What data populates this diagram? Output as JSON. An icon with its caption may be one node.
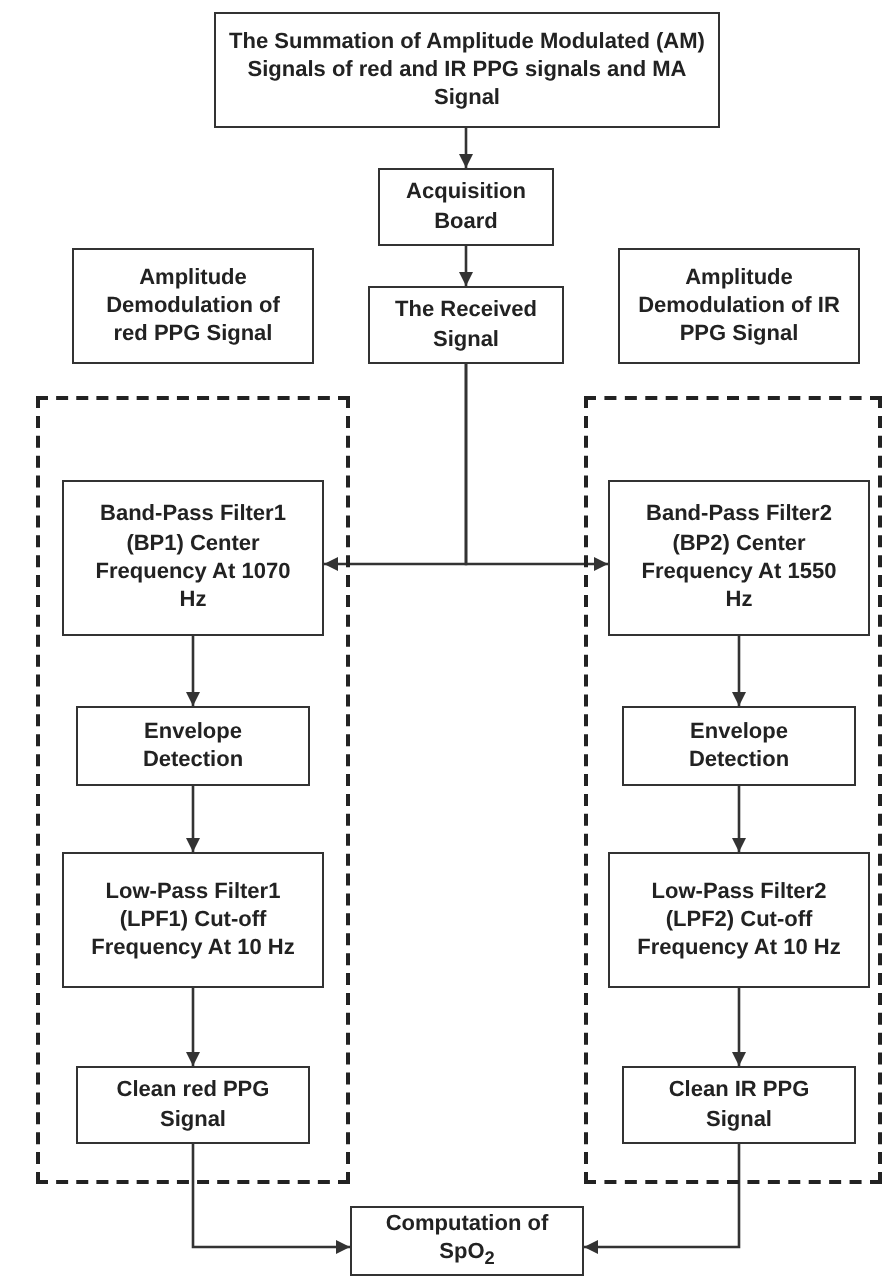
{
  "diagram": {
    "nodes": [
      {
        "text": [
          "The Summation of Amplitude Modulated (AM) Signals of red and IR PPG signals and MA Signal"
        ]
      },
      {
        "text": [
          "Acquisition Board"
        ]
      },
      {
        "text": [
          "Amplitude Demodulation of red PPG Signal"
        ]
      },
      {
        "text": [
          "The Received Signal"
        ]
      },
      {
        "text": [
          "Amplitude Demodulation of IR PPG Signal"
        ]
      },
      {
        "text": [],
        "shape": "box"
      },
      {
        "text": [
          "Band-Pass Filter1 (BP1) Center Frequency At 1070 Hz"
        ],
        "in": 5
      },
      {
        "text": [
          "Envelope Detection"
        ],
        "in": 5
      },
      {
        "text": [
          "Low-Pass Filter1 (LPF1) Cut-off Frequency At 10 Hz"
        ],
        "in": 5
      },
      {
        "text": [
          "Clean red PPG Signal"
        ],
        "in": 5
      },
      {
        "text": [],
        "shape": "box"
      },
      {
        "text": [
          "Band-Pass Filter2 (BP2) Center Frequency At 1550 Hz"
        ],
        "in": 10
      },
      {
        "text": [
          "Envelope Detection"
        ],
        "in": 10
      },
      {
        "text": [
          "Low-Pass Filter2 (LPF2) Cut-off Frequency At 10 Hz"
        ],
        "in": 10
      },
      {
        "text": [
          "Clean IR PPG Signal"
        ],
        "in": 10
      },
      {
        "text": [
          "Computation of SpO$_{2}$"
        ]
      }
    ],
    "edges": [
      {
        "from": 0,
        "to": 1,
        "arrow": "to"
      },
      {
        "from": 1,
        "to": 3,
        "arrow": "to"
      },
      {
        "from": 3,
        "to": 6,
        "arrow": "to"
      },
      {
        "from": 3,
        "to": 11,
        "arrow": "to"
      },
      {
        "from": 6,
        "to": 7,
        "arrow": "to"
      },
      {
        "from": 7,
        "to": 8,
        "arrow": "to"
      },
      {
        "from": 8,
        "to": 9,
        "arrow": "to"
      },
      {
        "from": 11,
        "to": 12,
        "arrow": "to"
      },
      {
        "from": 12,
        "to": 13,
        "arrow": "to"
      },
      {
        "from": 13,
        "to": 14,
        "arrow": "to"
      },
      {
        "from": 9,
        "to": 15,
        "arrow": "to"
      },
      {
        "from": 14,
        "to": 15,
        "arrow": "to"
      }
    ]
  }
}
